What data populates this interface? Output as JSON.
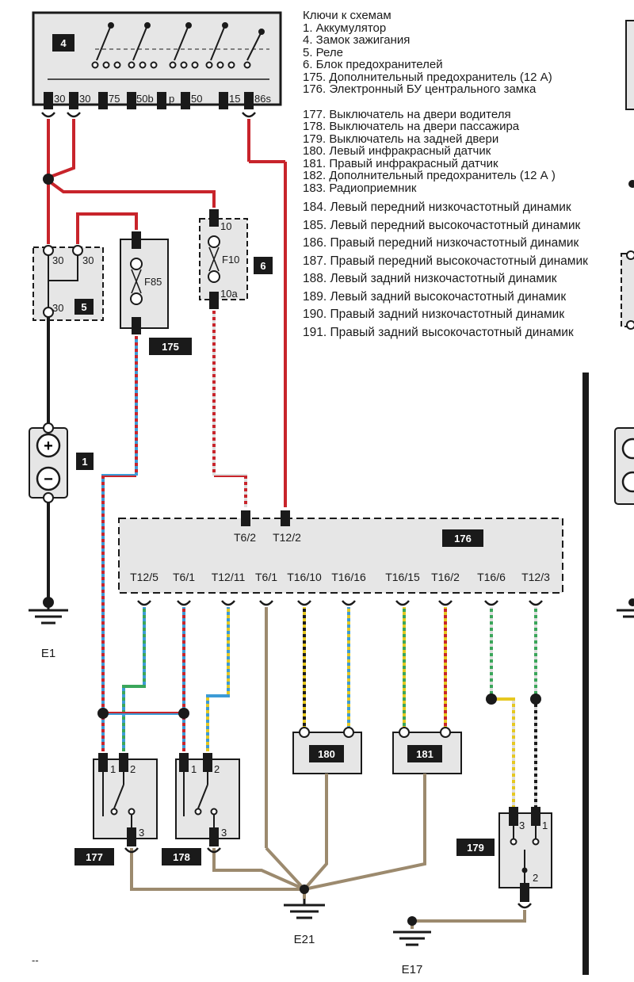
{
  "legend": {
    "title": "Ключи к схемам",
    "items": [
      "1. Аккумулятор",
      "4. Замок зажигания",
      "5. Реле",
      "6. Блок предохранителей",
      "175. Дополнительный предохранитель (12 А)",
      "176. Электронный БУ центрального замка",
      "177. Выключатель на двери водителя",
      "178. Выключатель на двери пассажира",
      "179. Выключатель на задней двери",
      "180. Левый инфракрасный датчик",
      "181. Правый инфракрасный датчик",
      "182. Дополнительный предохранитель (12 А )",
      "183. Радиоприемник",
      "184. Левый передний низкочастотный динамик",
      "185. Левый передний высокочастотный динамик",
      "186. Правый передний низкочастотный динамик",
      "187. Правый передний высокочастотный динамик",
      "188. Левый задний низкочастотный динамик",
      "189. Левый задний высокочастотный динамик",
      "190. Правый задний низкочастотный динамик",
      "191. Правый задний высокочастотный динамик"
    ]
  },
  "components": {
    "ignition": {
      "tag": "4",
      "pins": [
        "30",
        "30",
        "75",
        "50b",
        "p",
        "50",
        "15",
        "86s"
      ]
    },
    "relay": {
      "tag": "5",
      "pins": [
        "30",
        "30",
        "30"
      ]
    },
    "fuse_f85": {
      "name": "F85",
      "tag": "175"
    },
    "fuse_f10": {
      "name": "F10",
      "tag": "6",
      "pin_top": "10",
      "pin_bottom": "10a"
    },
    "battery": {
      "tag": "1",
      "plus": "+",
      "minus": "−"
    },
    "ecu": {
      "tag": "176",
      "inputs": [
        "T6/2",
        "T12/2"
      ],
      "outputs": [
        "T12/5",
        "T6/1",
        "T12/11",
        "T6/1",
        "T16/10",
        "T16/16",
        "T16/15",
        "T16/2",
        "T16/6",
        "T12/3"
      ]
    },
    "sensor_left": {
      "tag": "180"
    },
    "sensor_right": {
      "tag": "181"
    },
    "switch_driver": {
      "tag": "177",
      "pins": [
        "1",
        "2",
        "3"
      ]
    },
    "switch_passenger": {
      "tag": "178",
      "pins": [
        "1",
        "2",
        "3"
      ]
    },
    "switch_rear": {
      "tag": "179",
      "pins": [
        "3",
        "1",
        "2"
      ]
    }
  },
  "grounds": [
    "E1",
    "E21",
    "E17"
  ],
  "wire_colors": {
    "red": "#c8242b",
    "blue": "#3c9bd6",
    "green": "#3aa65a",
    "yellow": "#e6c820",
    "brown": "#9c8a6e",
    "black": "#1a1a1a",
    "gray": "#d9d9d9",
    "box_dark": "#1a1a1a",
    "panel_fill": "#e6e6e6"
  },
  "page_footer": "--"
}
